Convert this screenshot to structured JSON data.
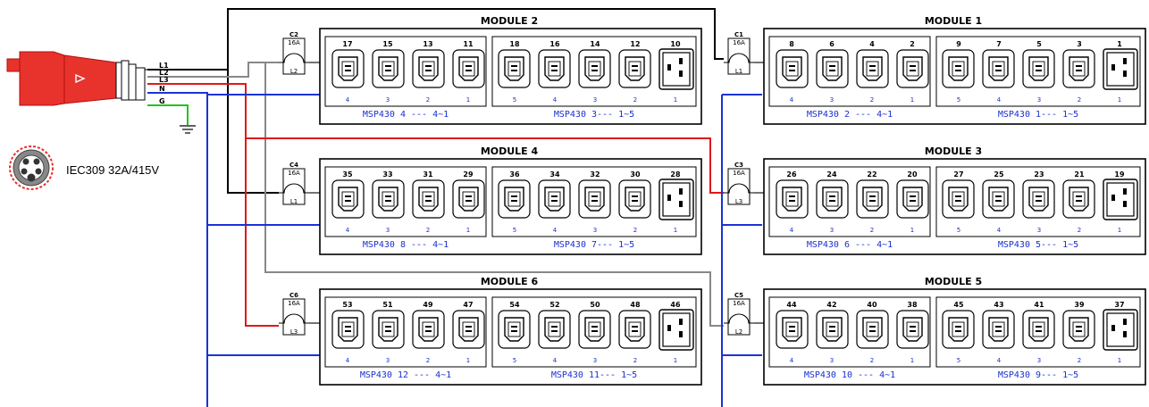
{
  "wires": {
    "l1": "L1",
    "l2": "L2",
    "l3": "L3",
    "n": "N",
    "g": "G"
  },
  "connector": {
    "label": "IEC309 32A/415V"
  },
  "colors": {
    "red_phase": "#e01818",
    "neutral": "#1a33d6",
    "ground": "#22c41a",
    "gray_phase": "#888888",
    "black_phase": "#000000",
    "plug": "#e8322c"
  },
  "modules": [
    {
      "title": "MODULE 2",
      "breaker": {
        "name": "C2",
        "rating": "16A",
        "phase": "L2"
      },
      "left": {
        "outlets": [
          "17",
          "15",
          "13",
          "11"
        ],
        "gangs": [
          "4",
          "3",
          "2",
          "1"
        ],
        "label": "MSP430 4 --- 4~1"
      },
      "right": {
        "outlets": [
          "18",
          "16",
          "14",
          "12",
          "10"
        ],
        "gangs": [
          "5",
          "4",
          "3",
          "2",
          "1"
        ],
        "label": "MSP430 3--- 1~5"
      }
    },
    {
      "title": "MODULE 1",
      "breaker": {
        "name": "C1",
        "rating": "16A",
        "phase": "L1"
      },
      "left": {
        "outlets": [
          "8",
          "6",
          "4",
          "2"
        ],
        "gangs": [
          "4",
          "3",
          "2",
          "1"
        ],
        "label": "MSP430 2 --- 4~1"
      },
      "right": {
        "outlets": [
          "9",
          "7",
          "5",
          "3",
          "1"
        ],
        "gangs": [
          "5",
          "4",
          "3",
          "2",
          "1"
        ],
        "label": "MSP430 1--- 1~5"
      }
    },
    {
      "title": "MODULE 4",
      "breaker": {
        "name": "C4",
        "rating": "16A",
        "phase": "L1"
      },
      "left": {
        "outlets": [
          "35",
          "33",
          "31",
          "29"
        ],
        "gangs": [
          "4",
          "3",
          "2",
          "1"
        ],
        "label": "MSP430 8 --- 4~1"
      },
      "right": {
        "outlets": [
          "36",
          "34",
          "32",
          "30",
          "28"
        ],
        "gangs": [
          "5",
          "4",
          "3",
          "2",
          "1"
        ],
        "label": "MSP430 7--- 1~5"
      }
    },
    {
      "title": "MODULE 3",
      "breaker": {
        "name": "C3",
        "rating": "16A",
        "phase": "L3"
      },
      "left": {
        "outlets": [
          "26",
          "24",
          "22",
          "20"
        ],
        "gangs": [
          "4",
          "3",
          "2",
          "1"
        ],
        "label": "MSP430 6 --- 4~1"
      },
      "right": {
        "outlets": [
          "27",
          "25",
          "23",
          "21",
          "19"
        ],
        "gangs": [
          "5",
          "4",
          "3",
          "2",
          "1"
        ],
        "label": "MSP430 5--- 1~5"
      }
    },
    {
      "title": "MODULE 6",
      "breaker": {
        "name": "C6",
        "rating": "16A",
        "phase": "L3"
      },
      "left": {
        "outlets": [
          "53",
          "51",
          "49",
          "47"
        ],
        "gangs": [
          "4",
          "3",
          "2",
          "1"
        ],
        "label": "MSP430 12 --- 4~1"
      },
      "right": {
        "outlets": [
          "54",
          "52",
          "50",
          "48",
          "46"
        ],
        "gangs": [
          "5",
          "4",
          "3",
          "2",
          "1"
        ],
        "label": "MSP430 11--- 1~5"
      }
    },
    {
      "title": "MODULE 5",
      "breaker": {
        "name": "C5",
        "rating": "16A",
        "phase": "L2"
      },
      "left": {
        "outlets": [
          "44",
          "42",
          "40",
          "38"
        ],
        "gangs": [
          "4",
          "3",
          "2",
          "1"
        ],
        "label": "MSP430 10 --- 4~1"
      },
      "right": {
        "outlets": [
          "45",
          "43",
          "41",
          "39",
          "37"
        ],
        "gangs": [
          "5",
          "4",
          "3",
          "2",
          "1"
        ],
        "label": "MSP430 9--- 1~5"
      }
    }
  ]
}
